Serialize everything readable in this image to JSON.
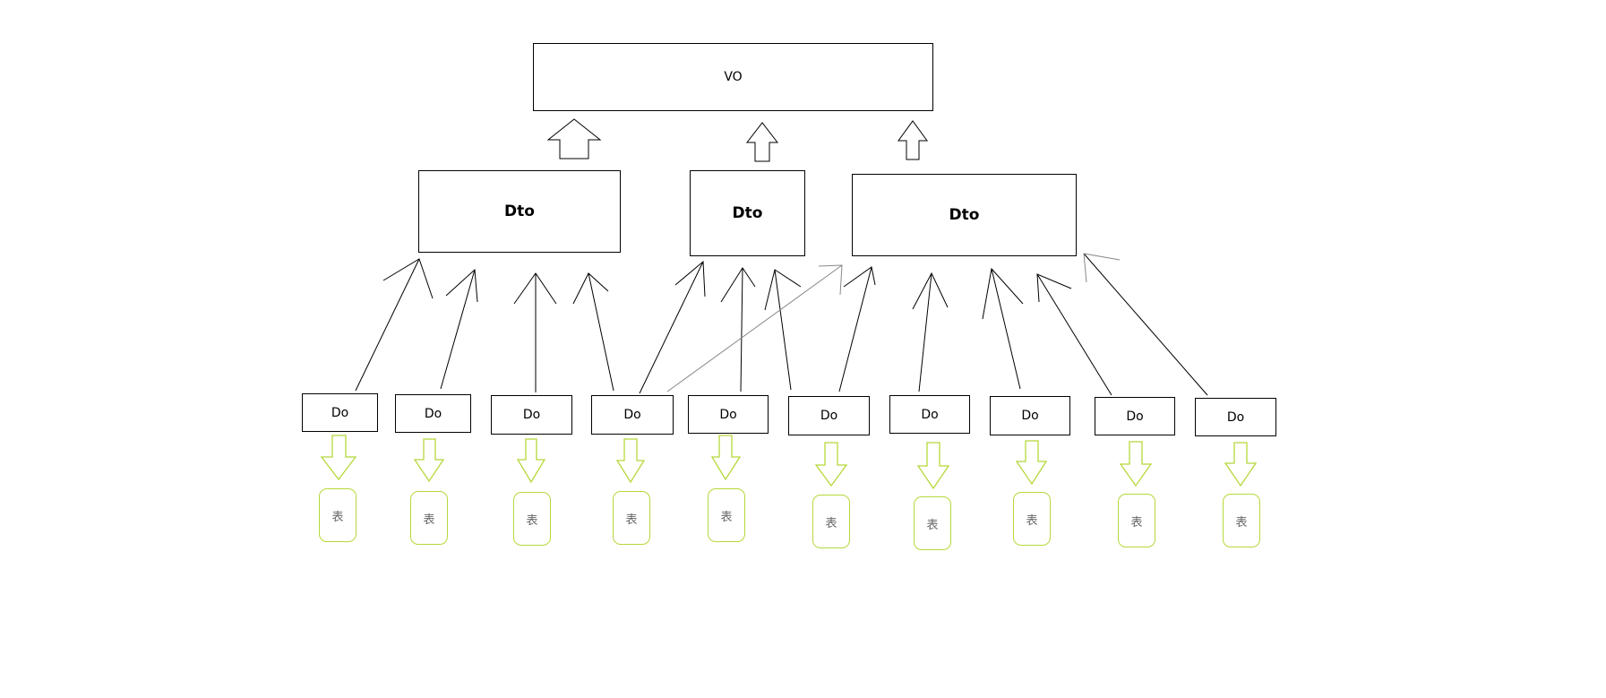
{
  "vo": {
    "label": "VO"
  },
  "dtos": [
    {
      "label": "Dto"
    },
    {
      "label": "Dto"
    },
    {
      "label": "Dto"
    }
  ],
  "dos": [
    {
      "label": "Do"
    },
    {
      "label": "Do"
    },
    {
      "label": "Do"
    },
    {
      "label": "Do"
    },
    {
      "label": "Do"
    },
    {
      "label": "Do"
    },
    {
      "label": "Do"
    },
    {
      "label": "Do"
    },
    {
      "label": "Do"
    },
    {
      "label": "Do"
    }
  ],
  "tables": [
    {
      "label": "表"
    },
    {
      "label": "表"
    },
    {
      "label": "表"
    },
    {
      "label": "表"
    },
    {
      "label": "表"
    },
    {
      "label": "表"
    },
    {
      "label": "表"
    },
    {
      "label": "表"
    },
    {
      "label": "表"
    },
    {
      "label": "表"
    }
  ],
  "colors": {
    "outline": "#000000",
    "table_arrow": "#b5d83a",
    "faint_connector": "#888888"
  }
}
